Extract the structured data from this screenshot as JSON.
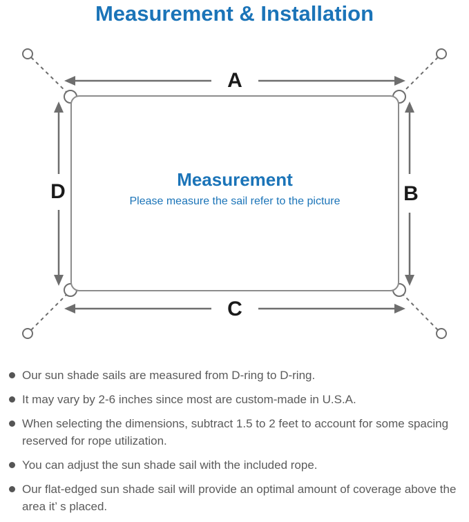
{
  "page_title": "Measurement & Installation",
  "colors": {
    "accent_blue": "#1b74b8",
    "diagram_line_gray": "#6e6e6e",
    "sail_outline_gray": "#8c8c8c",
    "note_text_gray": "#5a5a5a",
    "dimension_label_black": "#1a1a1a"
  },
  "diagram": {
    "center": {
      "title": "Measurement",
      "subtitle": "Please measure the sail refer to the picture"
    },
    "dimension_labels": {
      "top": "A",
      "right": "B",
      "bottom": "C",
      "left": "D"
    }
  },
  "notes": {
    "items": [
      "Our sun shade sails are measured from D-ring to D-ring.",
      "It may vary by 2-6 inches since most are custom-made in U.S.A.",
      "When selecting the dimensions, subtract 1.5 to 2 feet to account for some spacing reserved for rope utilization.",
      "You can adjust the sun shade sail with the included rope.",
      "Our flat-edged sun shade sail will provide an optimal amount of coverage above the area it’ s placed."
    ]
  }
}
